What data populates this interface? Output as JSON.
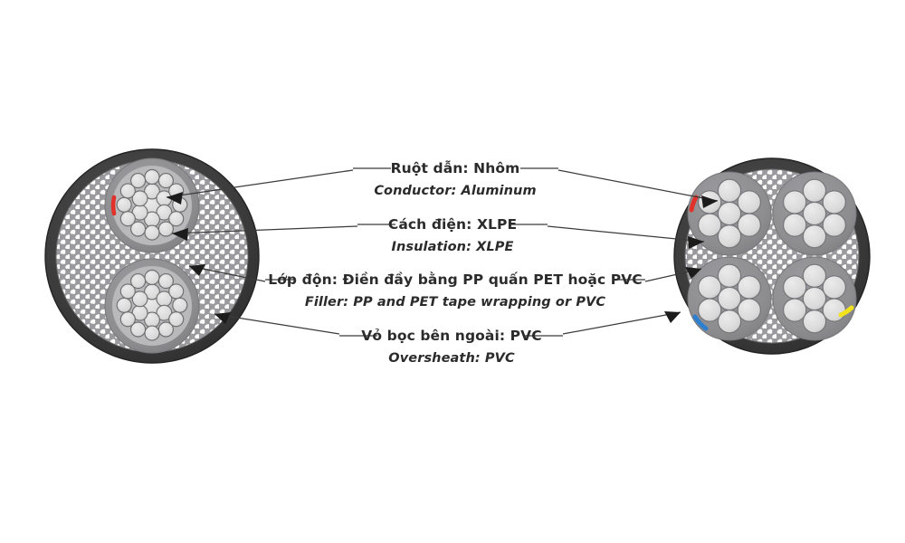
{
  "diagram": {
    "title": "Power cable cross-section construction diagram",
    "labels": [
      {
        "id": "conductor",
        "vi": "Ruột dẫn: Nhôm",
        "en": "Conductor: Aluminum"
      },
      {
        "id": "insulation",
        "vi": "Cách điện: XLPE",
        "en": "Insulation: XLPE"
      },
      {
        "id": "filler",
        "vi": "Lớp độn: Điền đầy bằng PP quấn PET hoặc PVC",
        "en": "Filler: PP and PET tape wrapping or PVC"
      },
      {
        "id": "oversheath",
        "vi": "Vỏ bọc bên ngoài: PVC",
        "en": "Oversheath: PVC"
      }
    ],
    "colors": {
      "oversheath": "#3c3c3c",
      "oversheath_inner": "#565656",
      "insulation": "#8d8d90",
      "filler_bg": "#9a9a9e",
      "filler_pattern": "#fbfbfb",
      "conductor_strand": "#d9d9d9",
      "conductor_stroke": "#6e6e70",
      "core_marker_red": "#e0322a",
      "core_marker_blue": "#2f7fd0",
      "core_marker_yellow": "#f2e21c",
      "leader_line": "#3b3b3b",
      "text": "#2b2b2b",
      "background": "#ffffff"
    },
    "cables": [
      {
        "id": "cable-left",
        "name": "two-core-cable",
        "core_count": 2,
        "conductor_type": "compacted-stranded-aluminum",
        "core_markers": [
          "red"
        ],
        "layers": [
          "conductor",
          "insulation",
          "filler",
          "oversheath"
        ]
      },
      {
        "id": "cable-right",
        "name": "four-core-cable",
        "core_count": 4,
        "conductor_type": "seven-strand-aluminum",
        "core_markers": [
          "red",
          "blue",
          "yellow"
        ],
        "layers": [
          "conductor",
          "insulation",
          "filler",
          "oversheath"
        ]
      }
    ]
  }
}
